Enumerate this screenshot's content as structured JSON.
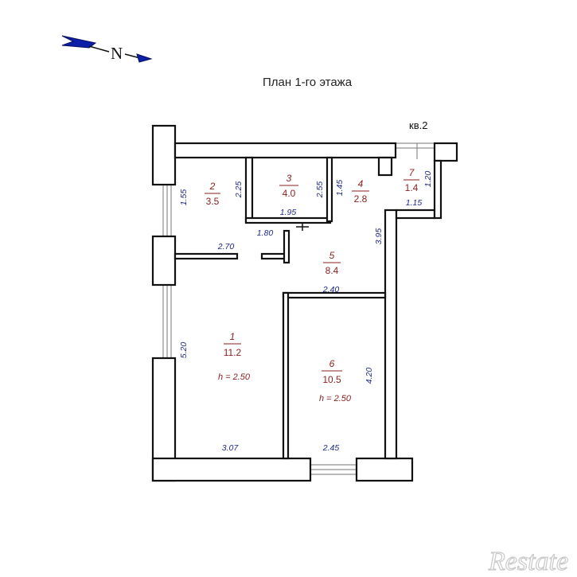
{
  "title": "План 1-го этажа",
  "compass": {
    "label": "N"
  },
  "apartment": {
    "label": "кв.2"
  },
  "rooms": [
    {
      "num": "1",
      "area": "11.2",
      "height": "h = 2.50"
    },
    {
      "num": "2",
      "area": "3.5"
    },
    {
      "num": "3",
      "area": "4.0"
    },
    {
      "num": "4",
      "area": "2.8"
    },
    {
      "num": "5",
      "area": "8.4"
    },
    {
      "num": "6",
      "area": "10.5",
      "height": "h = 2.50"
    },
    {
      "num": "7",
      "area": "1.4"
    }
  ],
  "dimensions": {
    "r2_left": "1.55",
    "r2_right": "2.25",
    "r3_right": "2.55",
    "r3_bottom": "1.95",
    "r4_left": "1.45",
    "r7_right": "1.20",
    "r7_bottom": "1.15",
    "r5_right": "3.95",
    "hall_left": "1.80",
    "r1_top": "2.70",
    "r6_top": "2.40",
    "r1_left": "5.20",
    "r6_right": "4.20",
    "r1_bottom": "3.07",
    "r6_bottom": "2.45"
  },
  "watermark": {
    "text": "Restate"
  },
  "colors": {
    "wall": "#111111",
    "room_text": "#8b1f1f",
    "dim_text": "#1f2a8a",
    "compass": "#0d1fa8"
  }
}
